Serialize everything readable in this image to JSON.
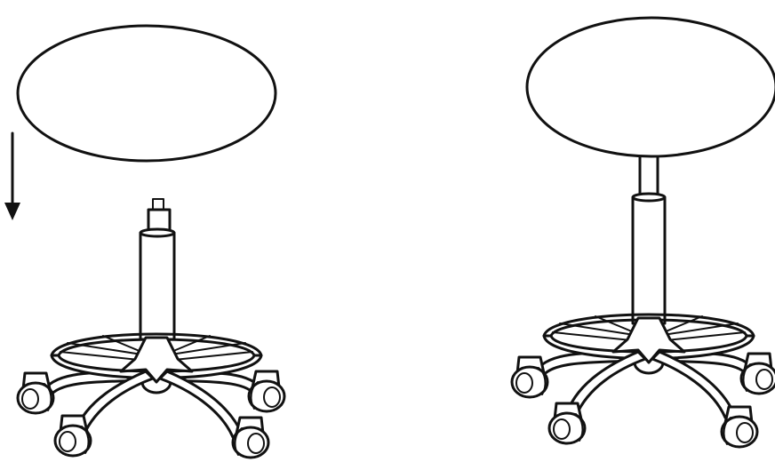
{
  "diagram": {
    "panels": [
      {
        "name": "disassembled-stool",
        "state": "seat-separated"
      },
      {
        "name": "assembled-stool",
        "state": "seat-attached"
      }
    ],
    "arrow": {
      "direction": "down"
    },
    "colors": {
      "line": "#111111",
      "background": "#ffffff"
    },
    "icons": [
      "arrow-down-icon",
      "wheel-icon"
    ]
  }
}
